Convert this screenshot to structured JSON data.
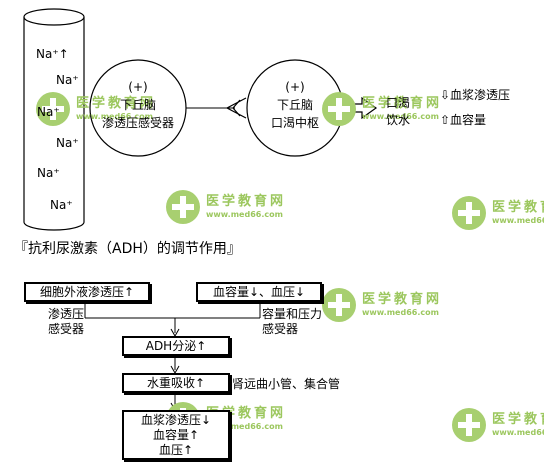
{
  "watermark": {
    "brand": "医学教育网",
    "url": "www.med66.com"
  },
  "ion_column": {
    "labels": [
      "Na⁺↑",
      "Na⁺",
      "Na⁺",
      "Na⁺",
      "Na⁺",
      "Na⁺"
    ]
  },
  "receptor": {
    "sign": "(+)",
    "line1": "下丘脑",
    "line2": "渗透压感受器"
  },
  "thirst_center": {
    "sign": "(+)",
    "line1": "下丘脑",
    "line2": "口渴中枢"
  },
  "thirst": {
    "line1": "口渴",
    "line2": "饮水"
  },
  "effects": {
    "plasma_osmolality": "⇩血浆渗透压",
    "blood_volume": "⇧血容量"
  },
  "section_heading": "『抗利尿激素（ADH）的调节作用』",
  "flow": {
    "box_osmolality": "细胞外液渗透压↑",
    "box_volume": "血容量↓、血压↓",
    "label_osmoreceptor_1": "渗透压",
    "label_osmoreceptor_2": "感受器",
    "label_volume_receptor_1": "容量和压力",
    "label_volume_receptor_2": "感受器",
    "box_adh": "ADH分泌↑",
    "box_reabsorb": "水重吸收↑",
    "side_label": "肾远曲小管、集合管",
    "result_1": "血浆渗透压↓",
    "result_2": "血容量↑",
    "result_3": "血压↑"
  }
}
